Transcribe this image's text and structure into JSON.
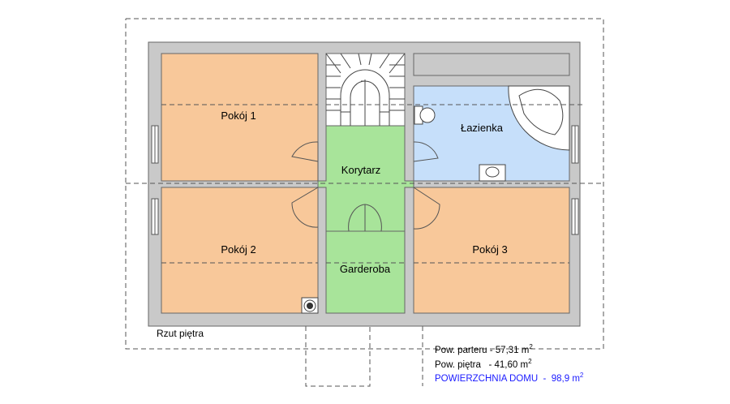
{
  "plan": {
    "caption": "Rzut piętra",
    "rooms": {
      "pokoj1": "Pokój 1",
      "pokoj2": "Pokój 2",
      "pokoj3": "Pokój 3",
      "lazienka": "Łazienka",
      "korytarz": "Korytarz",
      "garderoba": "Garderoba"
    }
  },
  "areas": {
    "ground": "Pow. parteru - 57,31 m",
    "upper": "Pow. piętra   - 41,60 m",
    "total": "POWIERZCHNIA DOMU  -  98,9 m",
    "unit_sup": "2"
  },
  "colors": {
    "room": "#f8c89a",
    "bathroom": "#c6dffa",
    "hall": "#a8e49a",
    "walls": "#c9c9c9",
    "total_text": "#1a1aff"
  }
}
